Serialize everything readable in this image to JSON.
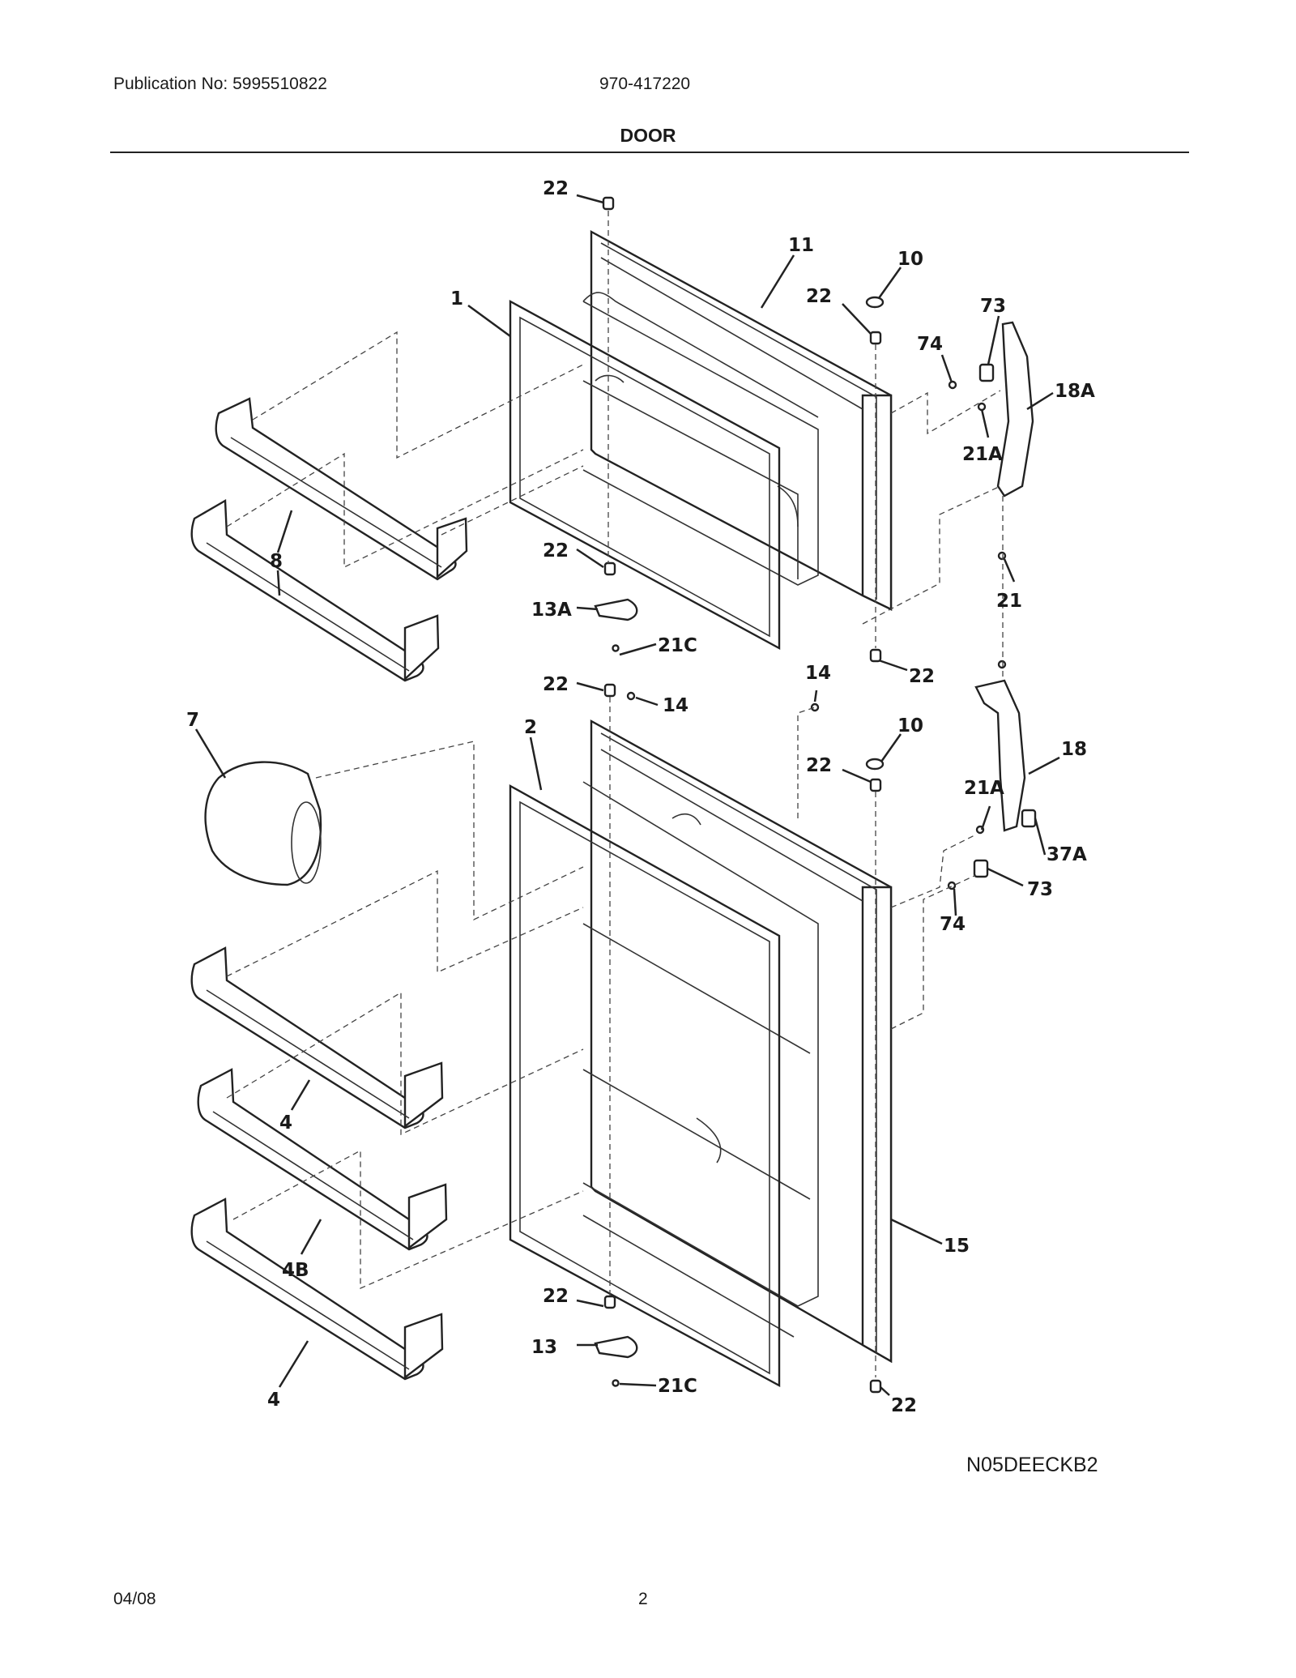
{
  "header": {
    "publication": "Publication No: 5995510822",
    "model": "970-417220",
    "title": "DOOR"
  },
  "diagram": {
    "callouts": [
      {
        "id": "22-top",
        "label": "22"
      },
      {
        "id": "11",
        "label": "11"
      },
      {
        "id": "10-top",
        "label": "10"
      },
      {
        "id": "22-hinge-top",
        "label": "22"
      },
      {
        "id": "1",
        "label": "1"
      },
      {
        "id": "73-top",
        "label": "73"
      },
      {
        "id": "74-top",
        "label": "74"
      },
      {
        "id": "18A",
        "label": "18A"
      },
      {
        "id": "21A-top",
        "label": "21A"
      },
      {
        "id": "8",
        "label": "8"
      },
      {
        "id": "22-mid-left",
        "label": "22"
      },
      {
        "id": "13A",
        "label": "13A"
      },
      {
        "id": "21C-top",
        "label": "21C"
      },
      {
        "id": "21",
        "label": "21"
      },
      {
        "id": "22-mid-right",
        "label": "22"
      },
      {
        "id": "22-lower-top",
        "label": "22"
      },
      {
        "id": "14-a",
        "label": "14"
      },
      {
        "id": "14-b",
        "label": "14"
      },
      {
        "id": "7",
        "label": "7"
      },
      {
        "id": "2",
        "label": "2"
      },
      {
        "id": "10-bottom",
        "label": "10"
      },
      {
        "id": "22-hinge-bottom",
        "label": "22"
      },
      {
        "id": "18",
        "label": "18"
      },
      {
        "id": "21A-bottom",
        "label": "21A"
      },
      {
        "id": "37A",
        "label": "37A"
      },
      {
        "id": "73-bottom",
        "label": "73"
      },
      {
        "id": "74-bottom",
        "label": "74"
      },
      {
        "id": "4-top",
        "label": "4"
      },
      {
        "id": "4B",
        "label": "4B"
      },
      {
        "id": "15",
        "label": "15"
      },
      {
        "id": "22-bottom-left",
        "label": "22"
      },
      {
        "id": "13",
        "label": "13"
      },
      {
        "id": "21C-bottom",
        "label": "21C"
      },
      {
        "id": "22-bottom-right",
        "label": "22"
      },
      {
        "id": "4-bottom",
        "label": "4"
      }
    ],
    "drawing_code": "N05DEECKB2"
  },
  "footer": {
    "date": "04/08",
    "page": "2"
  }
}
